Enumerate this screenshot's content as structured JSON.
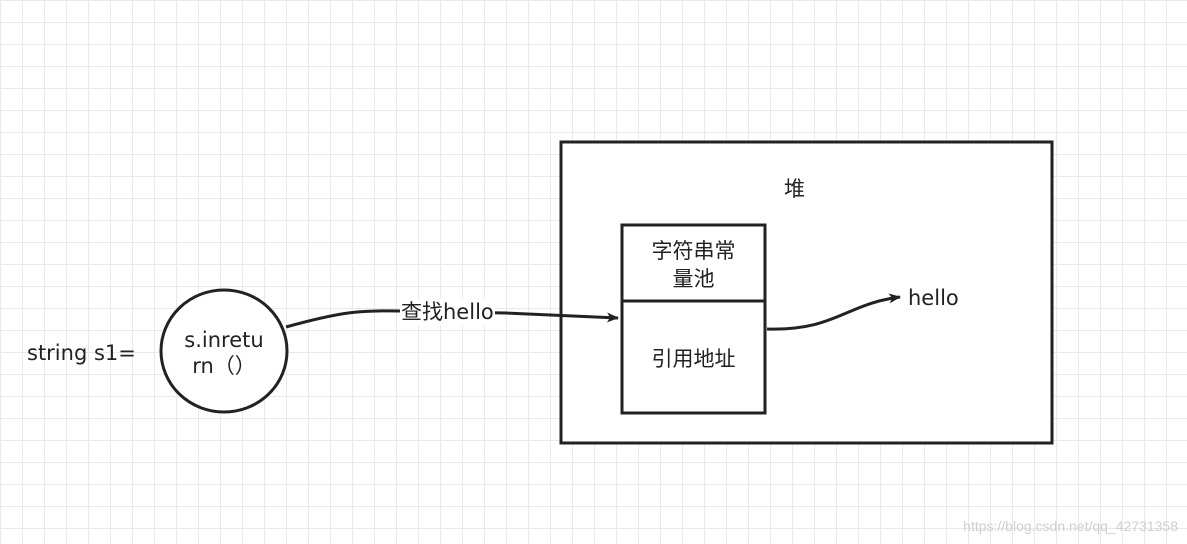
{
  "diagram": {
    "left_label": "string s1=",
    "call_node": {
      "line1": "s.inretu",
      "line2": "rn（）"
    },
    "edge_label": "查找hello",
    "heap": {
      "title": "堆",
      "pool": {
        "header_line1": "字符串常",
        "header_line2": "量池",
        "body": "引用地址"
      }
    },
    "target": "hello"
  },
  "watermark": "https://blog.csdn.net/qq_42731358",
  "colors": {
    "stroke": "#222222",
    "grid": "#e9e9e9",
    "background": "#ffffff"
  }
}
